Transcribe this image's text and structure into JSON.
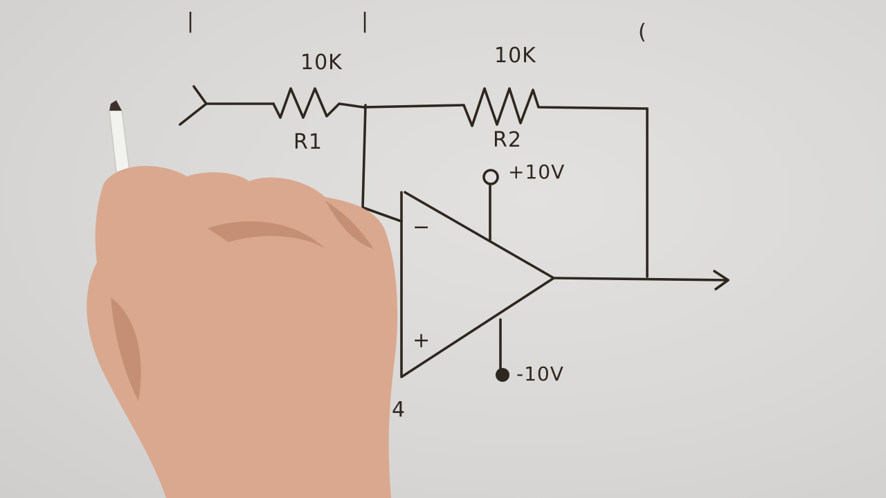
{
  "diagram": {
    "r1": {
      "name": "R1",
      "value": "10K"
    },
    "r2": {
      "name": "R2",
      "value": "10K"
    },
    "supply_positive": "+10V",
    "supply_negative": "-10V",
    "opamp_inverting": "−",
    "opamp_noninverting": "+",
    "stray_mark": "4",
    "tick_marks": [
      "|",
      "|",
      "("
    ]
  },
  "colors": {
    "board": "#d9d8d6",
    "ink": "#2e2720",
    "skin": "#d9a88f"
  }
}
